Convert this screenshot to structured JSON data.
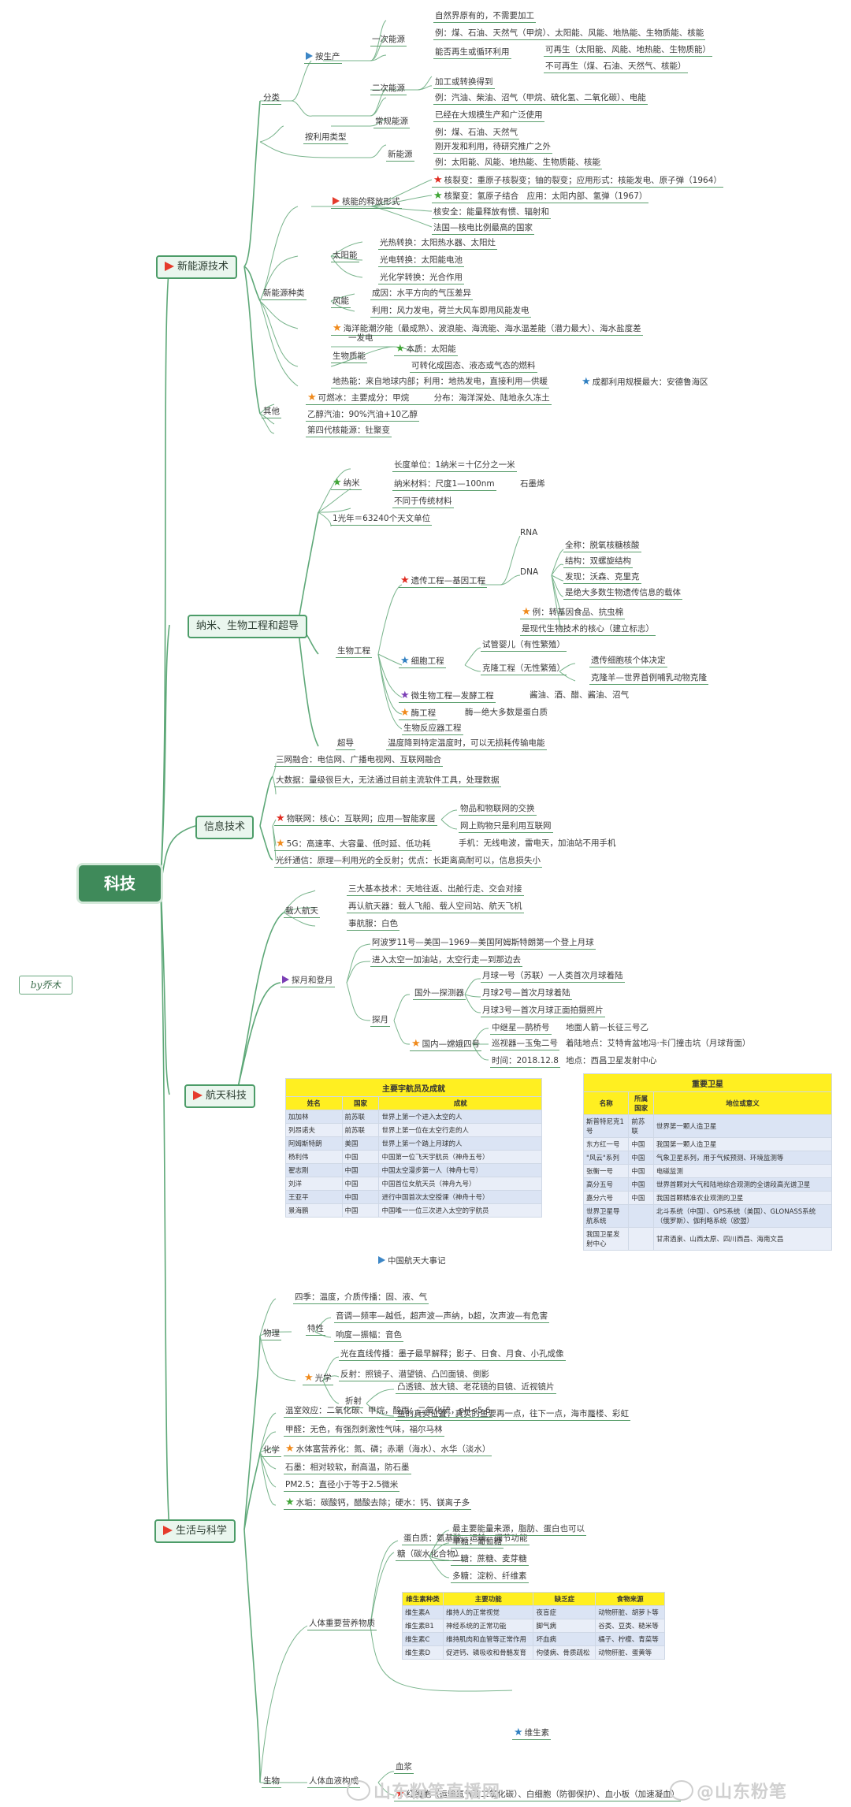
{
  "root": "科技",
  "author": "by乔木",
  "branches": {
    "energy": "新能源技术",
    "nano": "纳米、生物工程和超导",
    "info": "信息技术",
    "space": "航天科技",
    "life": "生活与科学"
  },
  "energy": {
    "fenlei": "分类",
    "fasheng": "按生产",
    "yici": "一次能源",
    "yici_1": "自然界原有的，不需要加工",
    "yici_2": "例：煤、石油、天然气（甲烷）、太阳能、风能、地热能、生物质能、核能",
    "yici_3": "能否再生或循环利用",
    "zai_1": "可再生（太阳能、风能、地热能、生物质能）",
    "zai_2": "不可再生（煤、石油、天然气、核能）",
    "erci": "二次能源",
    "erci_1": "加工或转换得到",
    "erci_2": "例：汽油、柴油、沼气（甲烷、硫化氢、二氧化碳）、电能",
    "anliyong": "按利用类型",
    "changgui": "常规能源",
    "changgui_1": "已经在大规模生产和广泛使用",
    "changgui_2": "例：煤、石油、天然气",
    "xinneng": "新能源",
    "xinneng_1": "刚开发和利用，待研究推广之外",
    "xinneng_2": "例：太阳能、风能、地热能、生物质能、核能",
    "xinnyuan_zl": "新能源种类",
    "he_shifang": "核能的释放形式",
    "he_1": "核裂变：重原子核裂变；铀的裂变；应用形式：核能发电、原子弹（1964）",
    "he_2": "核聚变：氢原子结合　应用：太阳内部、氢弹（1967）",
    "he_3": "核安全：能量释放有惯、辐射和",
    "he_4": "法国—核电比例最高的国家",
    "taiyang": "太阳能",
    "ty_1": "光热转换：太阳热水器、太阳灶",
    "ty_2": "光电转换：太阳能电池",
    "ty_3": "光化学转换：光合作用",
    "feng": "风能",
    "feng_1": "成因：水平方向的气压差异",
    "feng_2": "利用：风力发电，荷兰大风车即用风能发电",
    "haiyang": "海洋能",
    "haiyang_1": "潮汐能（最成熟）、波浪能、海流能、海水温差能（潜力最大）、海水盐度差",
    "haiyang_2": "一发电",
    "shengwu": "生物质能",
    "sw_1": "本质：太阳能",
    "sw_2": "可转化成固态、液态或气态的燃料",
    "dire": "地热能：来自地球内部；利用：地热发电，直接利用—供暖",
    "chaoxi": "成都利用规模最大：安德鲁海区",
    "qita": "其他",
    "qita_1": "可燃冰：主要成分：甲烷　　　分布：海洋深处、陆地永久冻土",
    "qita_2": "乙醇汽油：90%汽油+10乙醇",
    "qita_3": "第四代核能源：钍聚变"
  },
  "nano": {
    "namie": "纳米",
    "nm_1": "长度单位：1纳米＝十亿分之一米",
    "nm_2": "纳米材料：尺度1—100nm",
    "nm_2b": "石墨烯",
    "nm_3": "不同于传统材料",
    "nm_4": "1光年＝63240个天文单位",
    "shengwugc": "生物工程",
    "jiyin": "遗传工程—基因工程",
    "rna": "RNA",
    "dna": "DNA",
    "dna_1": "全称：脱氧核糖核酸",
    "dna_2": "结构：双螺旋结构",
    "dna_3": "发现：沃森、克里克",
    "dna_4": "是绝大多数生物遗传信息的载体",
    "dna_5": "例：转基因食品、抗虫棉",
    "dna_6": "是现代生物技术的核心（建立标志）",
    "xibao": "细胞工程",
    "xb_1": "试管婴儿（有性繁殖）",
    "xb_2": "克隆工程（无性繁殖）",
    "xb_2a": "遗传细胞核个体决定",
    "xb_2b": "克隆羊—世界首例哺乳动物克隆",
    "weishengwu": "微生物工程—发酵工程",
    "wsw_1": "酱油、酒、醋、酱油、沼气",
    "mei": "酶工程",
    "mei_1": "酶—绝大多数是蛋白质",
    "shengwufanying": "生物反应器工程",
    "chaodao": "超导",
    "cd_1": "温度降到特定温度时，可以无损耗传输电能"
  },
  "info": {
    "i_1": "三网融合：电信网、广播电视网、互联网融合",
    "i_2": "大数据：量级很巨大，无法通过目前主流软件工具，处理数据",
    "i_3": "物联网：核心：互联网；应用—智能家居",
    "i_3a": "物品和物联网的交换",
    "i_3b": "网上购物只是利用互联网",
    "i_4": "5G：高速率、大容量、低时延、低功耗",
    "i_4a": "手机：无线电波，雷电天，加油站不用手机",
    "i_5": "光纤通信：原理—利用光的全反射；优点：长距离高耐可以，信息损失小"
  },
  "space": {
    "zairen": "载人航天",
    "zr_1": "三大基本技术：天地往返、出舱行走、交会对接",
    "zr_2": "再认航天器：载人飞船、载人空间站、航天飞机",
    "zr_3": "事航服：白色",
    "benyue": "探月和登月",
    "by_1": "阿波罗11号—美国—1969—美国阿姆斯特朗第一个登上月球",
    "by_2": "进入太空一加油站，太空行走—到那边去",
    "guowai": "国外—探测器",
    "gw_1": "月球一号（苏联）一人类首次月球着陆",
    "gw_2": "月球2号—首次月球着陆",
    "gw_3": "月球3号—首次月球正面拍摄照片",
    "guonei": "国内—嫦娥四号",
    "tanyue": "探月",
    "gn_1": "中继星—鹊桥号",
    "gn_1b": "地面人箭—长征三号乙",
    "gn_2": "巡视器—玉兔二号",
    "gn_2b": "着陆地点：艾特肯盆地冯·卡门撞击坑（月球背面）",
    "gn_3": "时间：2018.12.8",
    "gn_3b": "地点：西昌卫星发射中心",
    "events": "中国航天大事记",
    "astro_caption": "主要宇航员及成就",
    "astro_headers": [
      "姓名",
      "国家",
      "成就"
    ],
    "astronauts": [
      [
        "加加林",
        "前苏联",
        "世界上第一个进入太空的人"
      ],
      [
        "列昂诺夫",
        "前苏联",
        "世界上第一位在太空行走的人"
      ],
      [
        "阿姆斯特朗",
        "美国",
        "世界上第一个踏上月球的人"
      ],
      [
        "杨利伟",
        "中国",
        "中国第一位飞天宇航员（神舟五号）"
      ],
      [
        "翟志刚",
        "中国",
        "中国太空漫步第一人（神舟七号）"
      ],
      [
        "刘洋",
        "中国",
        "中国首位女航天员（神舟九号）"
      ],
      [
        "王亚平",
        "中国",
        "进行中国首次太空授课（神舟十号）"
      ],
      [
        "景海鹏",
        "中国",
        "中国唯一一位三次进入太空的宇航员"
      ]
    ],
    "sat_caption": "重要卫星",
    "sat_headers": [
      "名称",
      "所属国家",
      "地位或意义"
    ],
    "satellites": [
      [
        "斯普特尼克1号",
        "前苏联",
        "世界第一颗人造卫星"
      ],
      [
        "东方红一号",
        "中国",
        "我国第一颗人造卫星"
      ],
      [
        "\"风云\"系列",
        "中国",
        "气象卫星系列，用于气候预测、环境监测等"
      ],
      [
        "张衡一号",
        "中国",
        "电磁监测"
      ],
      [
        "高分五号",
        "中国",
        "世界首颗对大气和陆地综合观测的全谱段高光谱卫星"
      ],
      [
        "嘉分六号",
        "中国",
        "我国首颗精准农业观测的卫星"
      ],
      [
        "世界卫星导航系统",
        "",
        "北斗系统（中国）、GPS系统（美国）、GLONASS系统（俄罗斯）、伽利略系统（欧盟）"
      ],
      [
        "我国卫星发射中心",
        "",
        "甘肃酒泉、山西太原、四川西昌、海南文昌"
      ]
    ]
  },
  "life": {
    "wuli": "物理",
    "wl_1": "四季：温度，介质传播：固、液、气",
    "texing": "特性",
    "tx_1": "音调—频率—越低，超声波—声纳，b超，次声波—有危害",
    "tx_2": "响度—振幅：音色",
    "guangxue": "光学",
    "gx_1": "光在直线传播：墨子最早解释；影子、日食、月食、小孔成像",
    "gx_2": "反射：照镜子、潜望镜、凸凹面镜、倒影",
    "zheshe": "折射",
    "zs_1": "凸透镜、放大镜、老花镜的目镜、近视镜片",
    "zs_2": "鱼的真实位置，真实的鱼要再一点，往下一点，海市蜃楼、彩虹",
    "huaxue": "化学",
    "hx_1": "温室效应：二氧化碳、甲烷，酸雨：二氧化硫，pH<5.6",
    "hx_2": "甲醛：无色，有强烈刺激性气味，福尔马林",
    "hx_3": "水体富营养化：氮、磷；赤潮（海水）、水华（淡水）",
    "hx_4": "石墨：相对较软，耐高温，防石墨",
    "hx_5": "PM2.5：直径小于等于2.5微米",
    "hx_6": "水垢：碳酸钙，醋酸去除；硬水：钙、镁离子多",
    "shengwu": "生物",
    "yingyang": "人体重要营养物质",
    "dbz": "蛋白质：氨基酸，运输、调节功能",
    "tang": "糖（碳水化合物）",
    "tang_0": "最主要能量来源，脂肪、蛋白也可以",
    "tang_1": "单糖：葡萄糖",
    "tang_2": "二糖：蔗糖、麦芽糖",
    "tang_3": "多糖：淀粉、纤维素",
    "vit_headers": [
      "维生素种类",
      "主要功能",
      "缺乏症",
      "食物来源"
    ],
    "vitamins": [
      [
        "维生素A",
        "维持人的正常视觉",
        "夜盲症",
        "动物肝脏、胡萝卜等"
      ],
      [
        "维生素B1",
        "神经系统的正常功能",
        "脚气病",
        "谷类、豆类、糙米等"
      ],
      [
        "维生素C",
        "维持肌肉和血管等正常作用",
        "坏血病",
        "橘子、柠檬、青菜等"
      ],
      [
        "维生素D",
        "促进钙、磷吸收和骨骼发育",
        "佝偻病、骨质疏松",
        "动物肝脏、蛋黄等"
      ]
    ],
    "vit": "维生素",
    "xueye": "人体血液构成",
    "xy_1": "血浆",
    "xy_2": "红细胞（运输氧气和二氧化碳）、白细胞（防御保护）、血小板（加速凝血）"
  },
  "watermark": {
    "left": "山东粉笔直播网",
    "right": "@山东粉笔"
  }
}
